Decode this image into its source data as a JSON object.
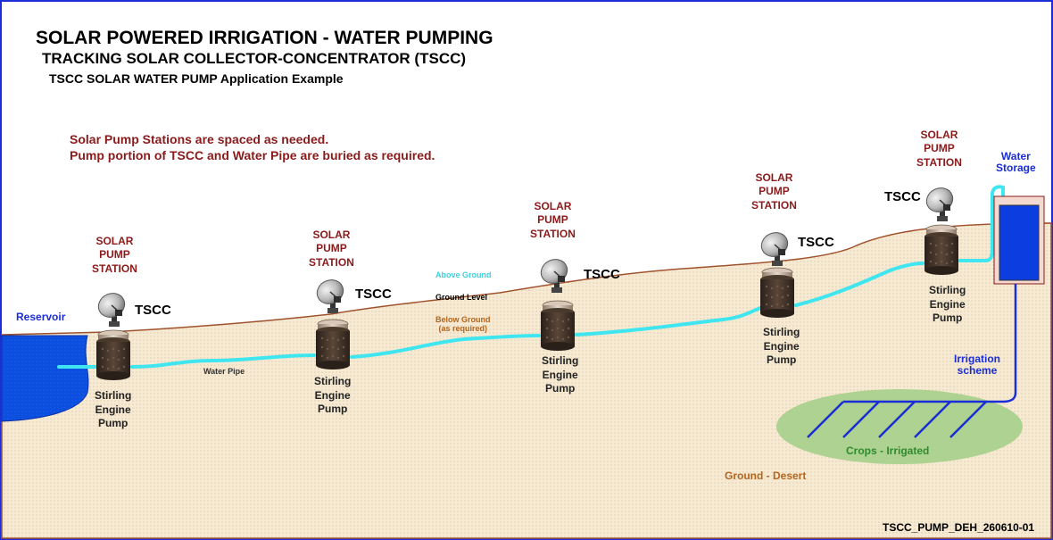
{
  "title": {
    "line1": "SOLAR POWERED IRRIGATION - WATER PUMPING",
    "line2": "TRACKING SOLAR COLLECTOR-CONCENTRATOR (TSCC)",
    "line3": "TSCC SOLAR WATER PUMP Application Example"
  },
  "notes": [
    "Solar Pump Stations are spaced as needed.",
    "Pump portion of TSCC and Water Pipe are buried as required."
  ],
  "station": {
    "l1": "SOLAR",
    "l2": "PUMP",
    "l3": "STATION"
  },
  "tscc_label": "TSCC",
  "pump": {
    "l1": "Stirling",
    "l2": "Engine",
    "l3": "Pump"
  },
  "labels": {
    "reservoir": "Reservoir",
    "water_pipe": "Water Pipe",
    "above_ground": "Above Ground",
    "ground_level": "Ground Level",
    "below_ground_1": "Below Ground",
    "below_ground_2": "(as required)",
    "water_storage_1": "Water",
    "water_storage_2": "Storage",
    "irrigation_1": "Irrigation",
    "irrigation_2": "scheme",
    "crops": "Crops - Irrigated",
    "ground_desert": "Ground - Desert",
    "doc_id": "TSCC_PUMP_DEH_260610-01"
  },
  "colors": {
    "frame": "#1a2dd6",
    "ground_fill": "#f6ead3",
    "ground_line": "#a0522d",
    "pipe": "#3fe6ef",
    "reservoir": "#0c4fe0",
    "storage": "#0b3de0",
    "irrigation_pipe": "#1a2dd6",
    "crops": "#a6cf8a",
    "station_text": "#8b1a1a"
  }
}
